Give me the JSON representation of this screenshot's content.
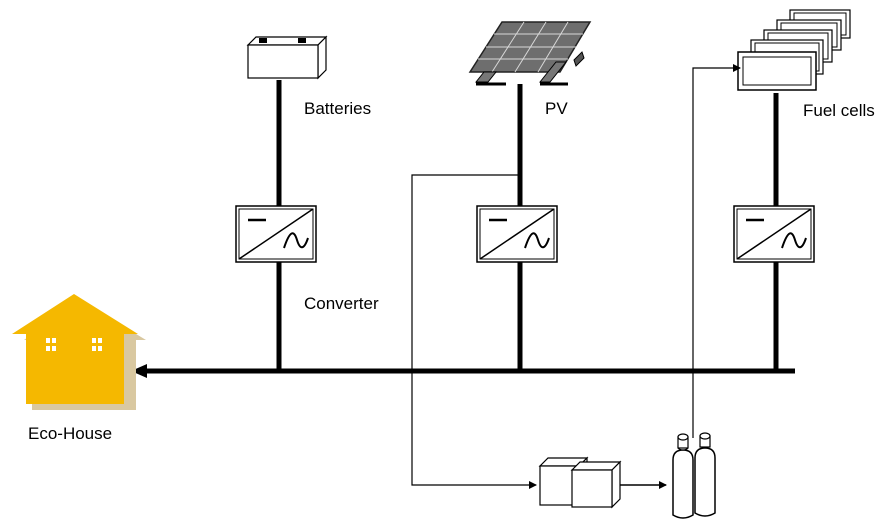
{
  "labels": {
    "batteries": "Batteries",
    "pv": "PV",
    "fuel_cells": "Fuel cells",
    "converter": "Converter",
    "eco_house": "Eco-House"
  },
  "colors": {
    "house_fill": "#f5b800",
    "house_shadow": "#d9c8a0",
    "line": "#000000",
    "panel_fill": "#6e6e6e",
    "component_fill": "#ffffff"
  },
  "icons": {
    "battery": "battery-icon",
    "pv": "solar-panel-icon",
    "fuel_cell": "fuel-cell-stack-icon",
    "converter": "dc-ac-converter-icon",
    "electrolyzer": "electrolyzer-icon",
    "hydrogen_tank": "gas-cylinder-icon",
    "house": "house-icon"
  }
}
